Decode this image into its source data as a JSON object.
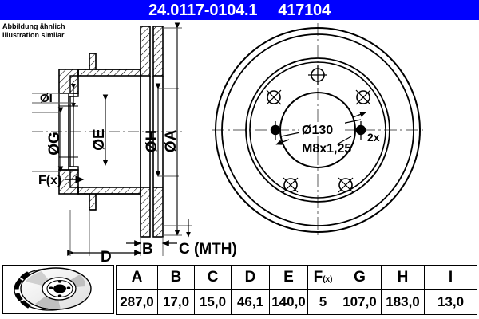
{
  "header": {
    "part_number": "24.0117-0104.1",
    "article_number": "417104",
    "background_color": "#0000FF",
    "text_color": "#FFFFFF"
  },
  "caption": {
    "line_de": "Abbildung ähnlich",
    "line_en": "Illustration similar"
  },
  "drawing": {
    "section_view": {
      "labels": {
        "inner_small": "ØI",
        "hub_bolt_circle": "ØG",
        "inner_disc": "ØE",
        "friction_ring": "ØH",
        "outer_diameter": "ØA",
        "force_arrow": "F(x)",
        "thickness_total": "B",
        "min_thickness": "C (MTH)",
        "height": "D"
      }
    },
    "front_view": {
      "bolt_circle_label": "Ø130",
      "thread_label": "M8x1,25",
      "thread_count_label": "2x",
      "bolt_holes": 5,
      "threaded_holes": 2
    }
  },
  "table": {
    "headers": [
      "A",
      "B",
      "C",
      "D",
      "E",
      "F(x)",
      "G",
      "H",
      "I"
    ],
    "fx_header_base": "F",
    "fx_header_sub": "(x)",
    "values": [
      "287,0",
      "17,0",
      "15,0",
      "46,1",
      "140,0",
      "5",
      "107,0",
      "183,0",
      "13,0"
    ],
    "product_image_name": "vented-brake-disc-photo"
  }
}
